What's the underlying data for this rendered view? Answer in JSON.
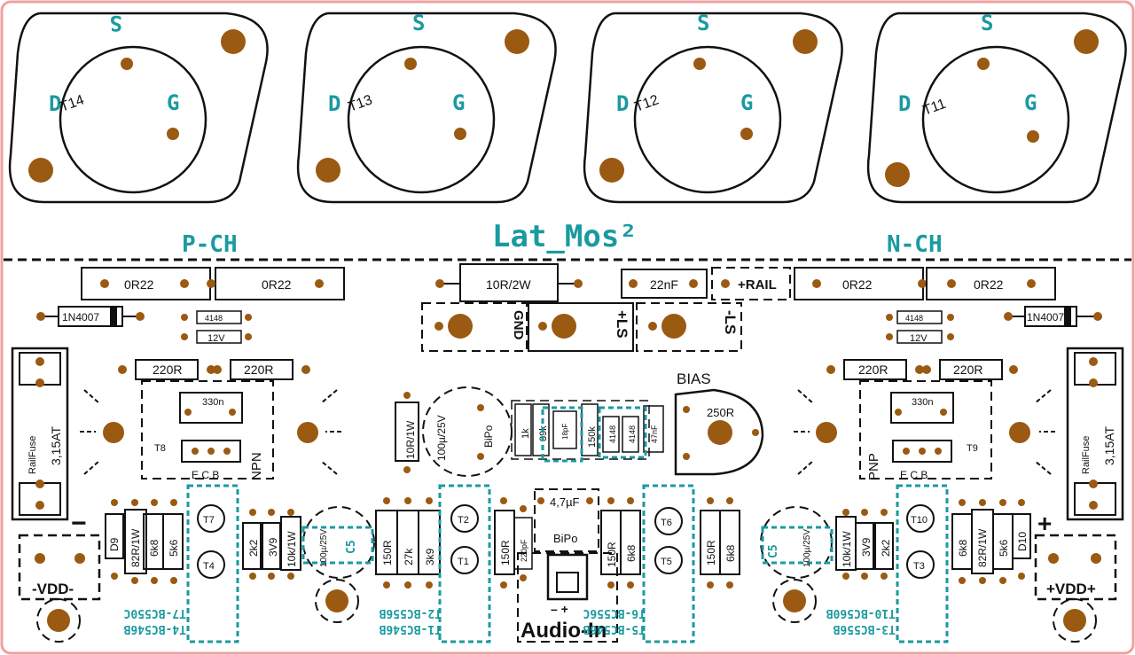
{
  "board": {
    "title": "Lat_Mos²",
    "left_channel": "P-CH",
    "right_channel": "N-CH"
  },
  "transistors_to3": [
    {
      "ref": "T14",
      "s": "S",
      "d": "D",
      "g": "G"
    },
    {
      "ref": "T13",
      "s": "S",
      "d": "D",
      "g": "G"
    },
    {
      "ref": "T12",
      "s": "S",
      "d": "D",
      "g": "G"
    },
    {
      "ref": "T11",
      "s": "S",
      "d": "D",
      "g": "G"
    }
  ],
  "resistors_top": {
    "r1": "0R22",
    "r2": "0R22",
    "r3": "0R22",
    "r4": "0R22",
    "center": "10R/2W",
    "cap_22n": "22nF",
    "rail": "+RAIL"
  },
  "connectors": {
    "gnd": "GND",
    "pls": "+LS",
    "mls": "-LS",
    "vdd_minus": "-VDD-",
    "vdd_plus": "+VDD+",
    "audio_in": "Audio-In",
    "minus_sign": "−",
    "plus_sign": "+",
    "ai_polarity": "– +"
  },
  "diodes": {
    "left_1n": "1N4007",
    "right_1n": "1N4007",
    "left_4148": "4148",
    "right_4148": "4148",
    "left_12v": "12V",
    "right_12v": "12V"
  },
  "fuses": {
    "left_name": "RailFuse",
    "left_rating": "3,15AT",
    "right_name": "RailFuse",
    "right_rating": "3,15AT"
  },
  "driver_left": {
    "r_a": "220R",
    "r_b": "220R",
    "cap": "330n",
    "ref": "T8",
    "pins": "E C B",
    "type": "NPN"
  },
  "driver_right": {
    "r_a": "220R",
    "r_b": "220R",
    "cap": "330n",
    "ref": "T9",
    "pins": "E C B",
    "type": "PNP"
  },
  "center_parts": {
    "r10r": "10R/1W",
    "cap100": "100µ/25V",
    "bipo": "BiPo",
    "r1k": "1k",
    "r39k": "39k",
    "c18pf": "18pF",
    "r150k": "150k",
    "d4148a": "4148",
    "d4148b": "4148",
    "c47n": "47nF",
    "bias": "BIAS",
    "pot": "250R",
    "c47u": "4,7µF",
    "bipo2": "BiPo"
  },
  "bottom_left": {
    "d9": "D9",
    "r82": "82R/1W",
    "r6k8": "6k8",
    "r5k6": "5k6",
    "t7": "T7",
    "t4": "T4",
    "label_a": "T7-BC550C",
    "label_b": "T4-BC546B",
    "r2k2": "2k2",
    "z3v9": "3V9",
    "r10k": "10k/1W",
    "c100": "100µ/25V",
    "c5": "C5"
  },
  "bottom_center": {
    "r150": "150R",
    "r27k": "27k",
    "r3k9": "3k9",
    "t2": "T2",
    "t1": "T1",
    "label_a": "T2-BC556B",
    "label_b": "T1-BC546B",
    "r150b": "150R",
    "c220": "220pF",
    "r150c": "150R",
    "r6k8": "6k8",
    "t6": "T6",
    "t5": "T5",
    "label_c": "T6-BC556C",
    "label_d": "T5-BC546B",
    "r150d": "150R",
    "r6k8b": "6k8"
  },
  "bottom_right": {
    "c5": "C5",
    "c100": "100µ/25V",
    "r10k": "10k/1W",
    "z3v9": "3V9",
    "r2k2": "2k2",
    "t10": "T10",
    "t3": "T3",
    "label_a": "T10-BC560B",
    "label_b": "T3-BC556B",
    "r6k8": "6k8",
    "r82": "82R/1W",
    "r5k6": "5k6",
    "d10": "D10"
  },
  "colors": {
    "pad": "#9a5a12",
    "silk": "#111111",
    "teal": "#1a9aa0",
    "border": "#f0a0a0"
  }
}
